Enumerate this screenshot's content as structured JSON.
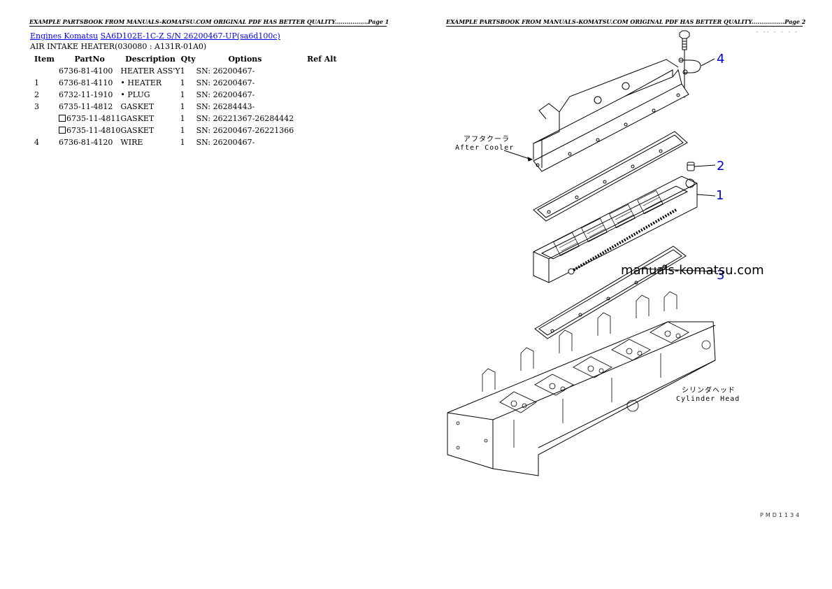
{
  "page1": {
    "header": "EXAMPLE PARTSBOOK FROM MANUALS-KOMATSU.COM ORIGINAL PDF HAS BETTER QUALITY.................Page 1",
    "breadcrumb": {
      "link1": "Engines Komatsu",
      "link2": "SA6D102E-1C-Z S/N 26200467-UP(sa6d100c)"
    },
    "section_title": "AIR INTAKE HEATER(030080 : A131R-01A0)",
    "table": {
      "columns": [
        "Item",
        "PartNo",
        "Description",
        "Qty",
        "Options",
        "Ref Alt"
      ],
      "rows": [
        {
          "item": "",
          "part_no": "6736-81-4100",
          "alt": false,
          "description": "HEATER ASS'Y",
          "qty": "1",
          "options": "SN: 26200467-",
          "ref_alt": ""
        },
        {
          "item": "1",
          "part_no": "6736-81-4110",
          "alt": false,
          "description": "• HEATER",
          "qty": "1",
          "options": "SN: 26200467-",
          "ref_alt": ""
        },
        {
          "item": "2",
          "part_no": "6732-11-1910",
          "alt": false,
          "description": "• PLUG",
          "qty": "1",
          "options": "SN: 26200467-",
          "ref_alt": ""
        },
        {
          "item": "3",
          "part_no": "6735-11-4812",
          "alt": false,
          "description": "GASKET",
          "qty": "1",
          "options": "SN: 26284443-",
          "ref_alt": ""
        },
        {
          "item": "",
          "part_no": "6735-11-4811",
          "alt": true,
          "description": "GASKET",
          "qty": "1",
          "options": "SN: 26221367-26284442",
          "ref_alt": ""
        },
        {
          "item": "",
          "part_no": "6735-11-4810",
          "alt": true,
          "description": "GASKET",
          "qty": "1",
          "options": "SN: 26200467-26221366",
          "ref_alt": ""
        },
        {
          "item": "4",
          "part_no": "6736-81-4120",
          "alt": false,
          "description": "WIRE",
          "qty": "1",
          "options": "SN: 26200467-",
          "ref_alt": ""
        }
      ]
    }
  },
  "page2": {
    "header": "EXAMPLE PARTSBOOK FROM MANUALS-KOMATSU.COM ORIGINAL PDF HAS BETTER QUALITY.................Page 2",
    "top_marks": "- -- - - - -",
    "diagram": {
      "callouts": [
        "4",
        "2",
        "1",
        "3"
      ],
      "labels": {
        "after_cooler_jp": "アフタクーラ",
        "after_cooler_en": "After Cooler",
        "cylinder_head_jp": "シリンダヘッド",
        "cylinder_head_en": "Cylinder Head"
      },
      "watermark": "manuals-komatsu.com",
      "reference_code": "PMD1134"
    },
    "colors": {
      "callout": "#0000cc",
      "link": "#0000ee"
    }
  }
}
